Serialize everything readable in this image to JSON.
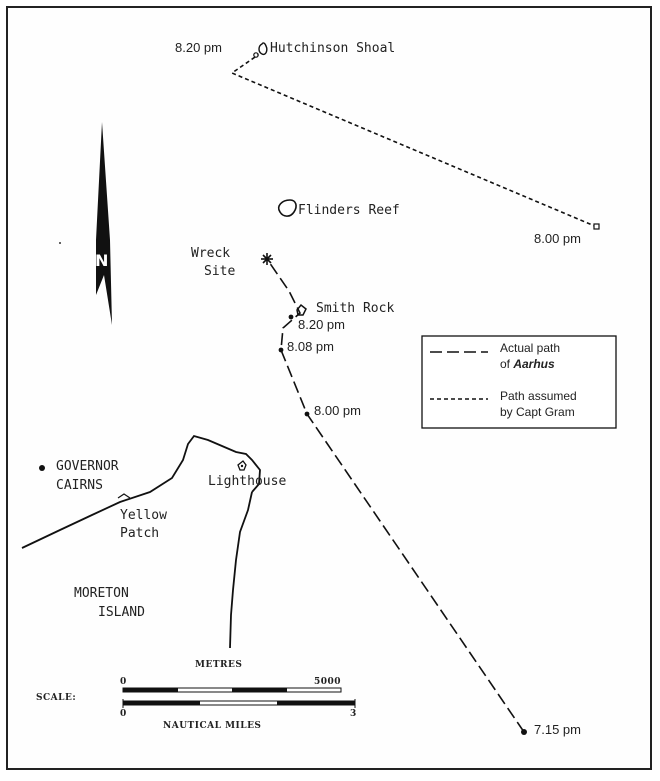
{
  "features": {
    "hutchinson_shoal": "Hutchinson Shoal",
    "flinders_reef": "Flinders Reef",
    "wreck_site_line1": "Wreck",
    "wreck_site_line2": "Site",
    "smith_rock": "Smith Rock",
    "governor_cairns_line1": "GOVERNOR",
    "governor_cairns_line2": "CAIRNS",
    "lighthouse": "Lighthouse",
    "yellow_patch_line1": "Yellow",
    "yellow_patch_line2": "Patch",
    "moreton_island_line1": "MORETON",
    "moreton_island_line2": "ISLAND"
  },
  "times": {
    "assumed_820": "8.20 pm",
    "assumed_800": "8.00 pm",
    "actual_820": "8.20 pm",
    "actual_808": "8.08 pm",
    "actual_800": "8.00 pm",
    "actual_715": "7.15 pm"
  },
  "north_arrow_label": "N",
  "legend": {
    "actual_line1": "Actual path",
    "actual_line2_prefix": "of ",
    "actual_line2_vessel": "Aarhus",
    "assumed_line1": "Path assumed",
    "assumed_line2": "by Capt Gram"
  },
  "scale": {
    "label": "SCALE:",
    "metres_title": "METRES",
    "metres_start": "0",
    "metres_end": "5000",
    "nautical_start": "0",
    "nautical_end": "3",
    "nautical_title": "NAUTICAL MILES"
  }
}
